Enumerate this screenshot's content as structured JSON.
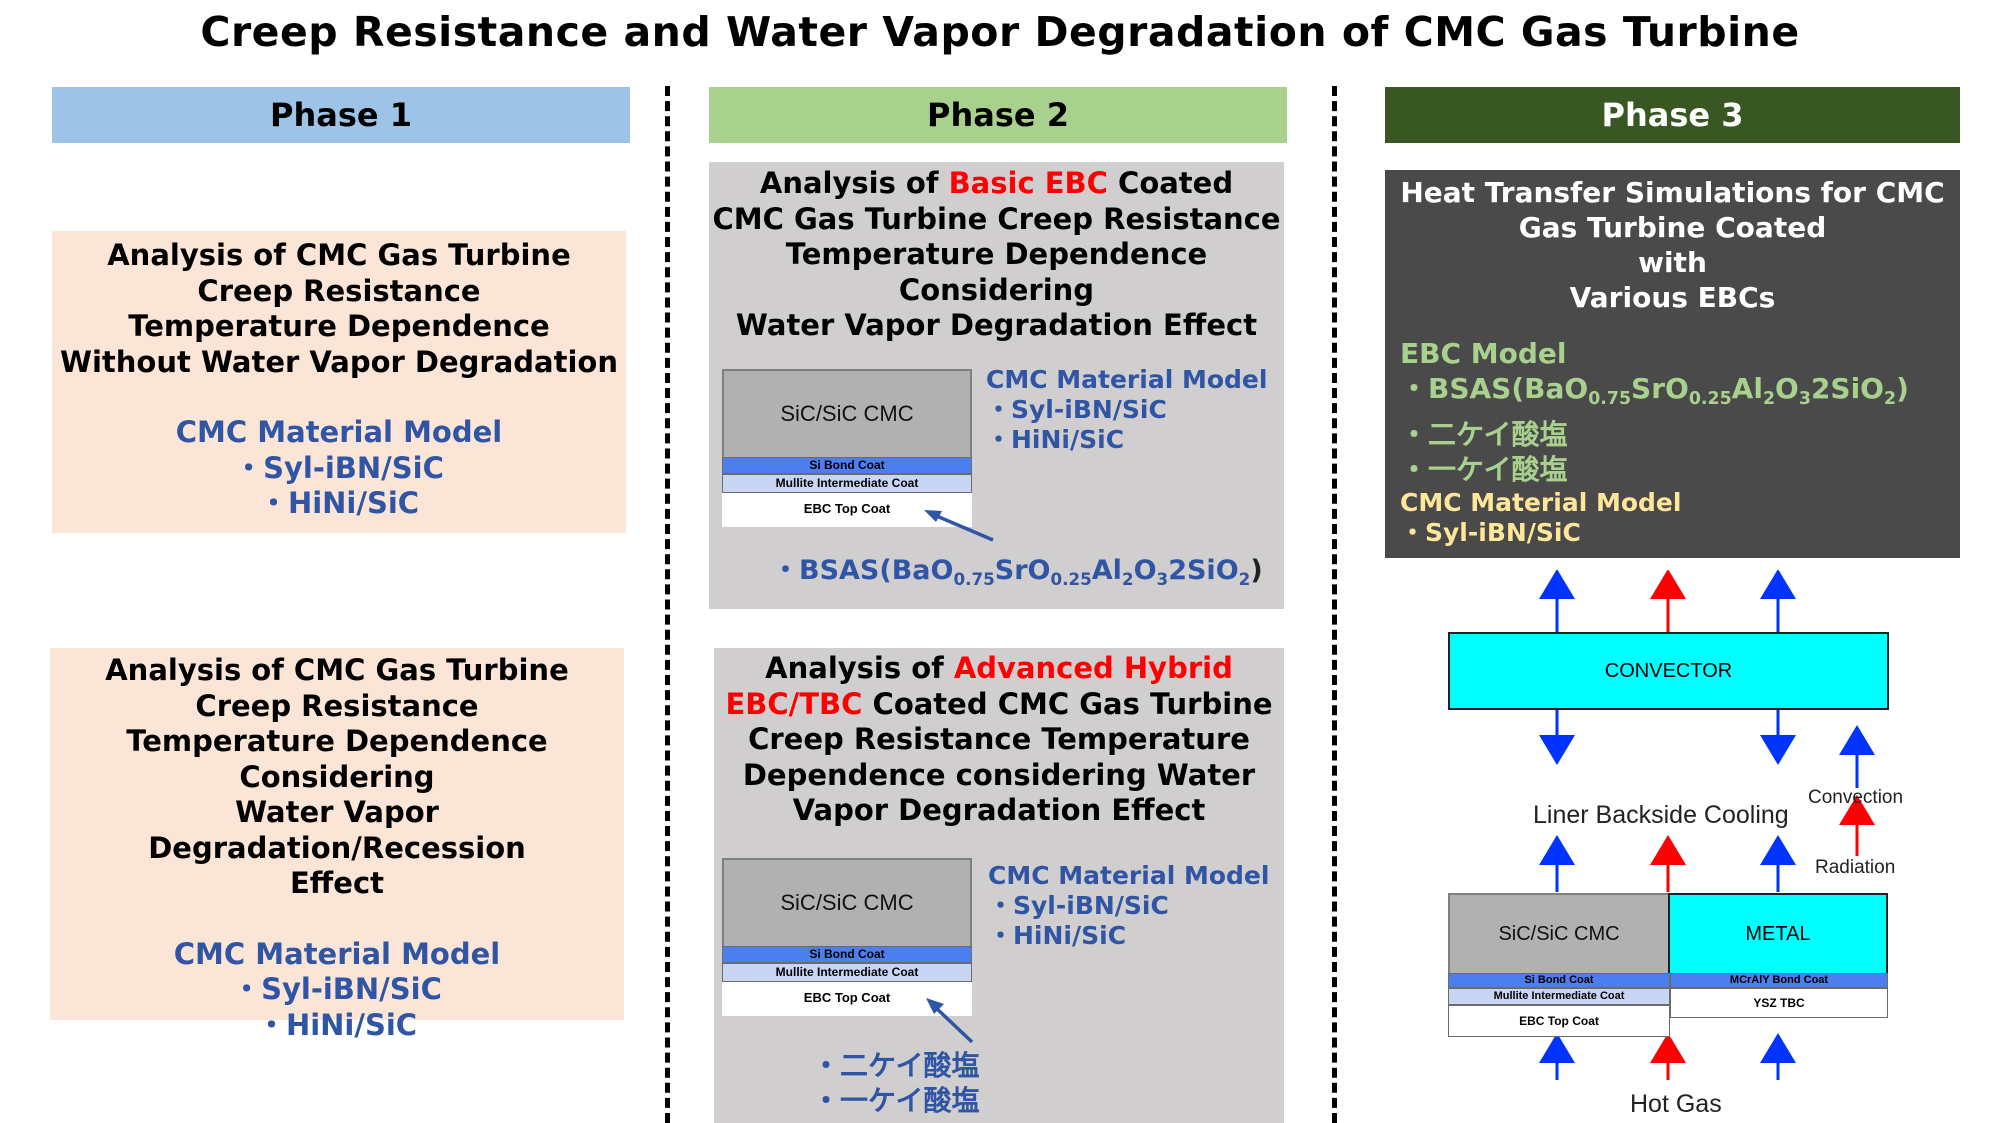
{
  "title": "Creep Resistance and Water Vapor Degradation of CMC Gas Turbine",
  "colors": {
    "phase1_header": "#9dc3e6",
    "phase2_header": "#a9d18e",
    "phase3_header": "#385723",
    "phase1_box": "#fbe5d6",
    "phase2_box": "#d0cece",
    "phase3_box": "#4a4a4a",
    "material_blue": "#2f55a4",
    "highlight_red": "#ff0000",
    "ebc_green": "#a9d18e",
    "material_yellow": "#ffe699",
    "convector_cyan": "#00ffff",
    "arrow_blue": "#0033ff",
    "arrow_red": "#ff0000"
  },
  "phase1": {
    "header": "Phase 1",
    "box1": {
      "lines": [
        "Analysis of CMC Gas Turbine",
        "Creep Resistance",
        "Temperature Dependence",
        "Without Water Vapor Degradation"
      ],
      "material_title": "CMC Material Model",
      "materials": [
        "・Syl-iBN/SiC",
        "・HiNi/SiC"
      ]
    },
    "box2": {
      "lines": [
        "Analysis of CMC Gas Turbine",
        "Creep Resistance",
        "Temperature Dependence",
        "Considering",
        "Water Vapor Degradation/Recession",
        "Effect"
      ],
      "material_title": "CMC Material Model",
      "materials": [
        "・Syl-iBN/SiC",
        "・HiNi/SiC"
      ]
    }
  },
  "phase2": {
    "header": "Phase 2",
    "box1": {
      "line1_pre": "Analysis of ",
      "line1_red": "Basic EBC",
      "line1_post": " Coated",
      "lines": [
        "CMC Gas Turbine Creep Resistance",
        "Temperature Dependence",
        "Considering",
        "Water Vapor Degradation Effect"
      ],
      "material_title": "CMC Material Model",
      "materials": [
        "・Syl-iBN/SiC",
        "・HiNi/SiC"
      ],
      "ebc_note_prefix": "・BSAS(BaO",
      "ebc_note_s1": "0.75",
      "ebc_note_m1": "SrO",
      "ebc_note_s2": "0.25",
      "ebc_note_m2": "Al",
      "ebc_note_s3": "2",
      "ebc_note_m3": "O",
      "ebc_note_s4": "3",
      "ebc_note_m4": "2SiO",
      "ebc_note_s5": "2",
      "ebc_note_end": ")"
    },
    "box2": {
      "line1_pre": "Analysis of ",
      "line1_red": "Advanced Hybrid",
      "line2_red": "EBC/TBC",
      "line2_post": " Coated CMC Gas Turbine",
      "lines": [
        "Creep Resistance Temperature",
        "Dependence considering Water",
        "Vapor Degradation Effect"
      ],
      "material_title": "CMC Material Model",
      "materials": [
        "・Syl-iBN/SiC",
        "・HiNi/SiC"
      ],
      "ebc_notes": [
        "・二ケイ酸塩",
        "・一ケイ酸塩"
      ]
    },
    "diagram": {
      "cmc": "SiC/SiC CMC",
      "si_bond": "Si Bond Coat",
      "mullite": "Mullite Intermediate Coat",
      "ebc_top": "EBC Top Coat"
    }
  },
  "phase3": {
    "header": "Phase 3",
    "box": {
      "lines": [
        "Heat Transfer Simulations for CMC",
        "Gas Turbine Coated",
        "with",
        "Various EBCs"
      ],
      "ebc_title": "EBC Model",
      "ebc_item1_prefix": "・BSAS(BaO",
      "ebc_item1_s1": "0.75",
      "ebc_item1_m1": "SrO",
      "ebc_item1_s2": "0.25",
      "ebc_item1_m2": "Al",
      "ebc_item1_s3": "2",
      "ebc_item1_m3": "O",
      "ebc_item1_s4": "3",
      "ebc_item1_m4": "2SiO",
      "ebc_item1_s5": "2",
      "ebc_item1_end": ")",
      "ebc_items": [
        "・二ケイ酸塩",
        "・一ケイ酸塩"
      ],
      "material_title": "CMC Material Model",
      "materials": [
        "・Syl-iBN/SiC"
      ]
    },
    "diagram": {
      "convector": "CONVECTOR",
      "liner": "Liner Backside Cooling",
      "convection": "Convection",
      "radiation": "Radiation",
      "cmc": "SiC/SiC CMC",
      "metal": "METAL",
      "si_bond": "Si Bond Coat",
      "mullite": "Mullite Intermediate Coat",
      "ebc_top": "EBC Top Coat",
      "mcraly": "MCrAlY Bond Coat",
      "ysz": "YSZ TBC",
      "hot_gas": "Hot Gas"
    }
  }
}
